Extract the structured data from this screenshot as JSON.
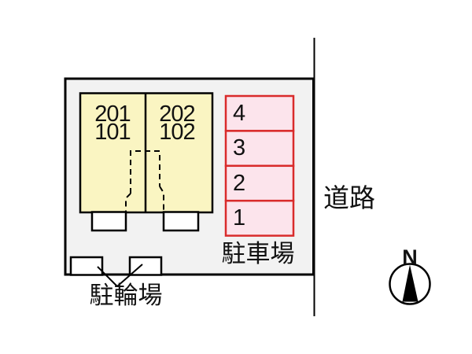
{
  "colors": {
    "page_bg": "#ffffff",
    "property_fill": "#f2f2f2",
    "building_fill": "#faf5c2",
    "parking_fill": "#fce4ec",
    "parking_border": "#d92b2b",
    "outline": "#000000"
  },
  "site_plan": {
    "building": {
      "units": [
        {
          "upper": "201",
          "lower": "101"
        },
        {
          "upper": "202",
          "lower": "102"
        }
      ]
    },
    "parking": {
      "label": "駐車場",
      "spaces": [
        "4",
        "3",
        "2",
        "1"
      ]
    },
    "bicycle": {
      "label": "駐輪場"
    },
    "road": {
      "label": "道路"
    },
    "compass": {
      "north_label": "N"
    }
  }
}
